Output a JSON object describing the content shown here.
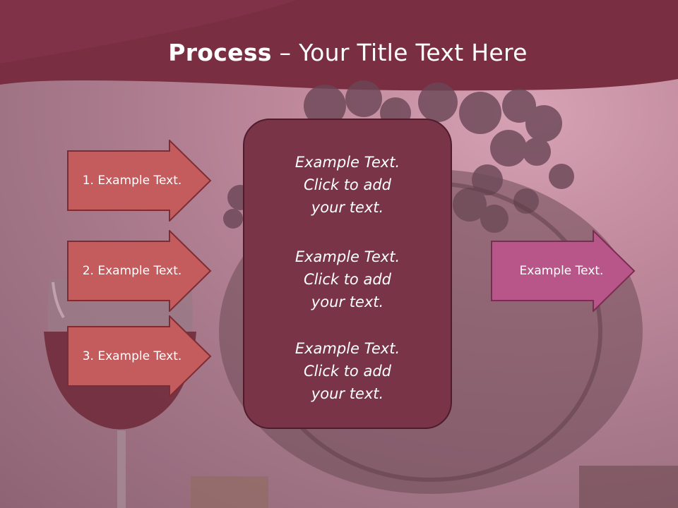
{
  "title": {
    "bold": "Process",
    "rest": " – Your Title Text Here"
  },
  "left_arrows": [
    {
      "label": "1. Example Text."
    },
    {
      "label": "2. Example Text."
    },
    {
      "label": "3. Example Text."
    }
  ],
  "center_box": {
    "blocks": [
      {
        "lines": [
          "Example Text.",
          "Click  to add",
          "your text."
        ]
      },
      {
        "lines": [
          "Example Text.",
          "Click  to add",
          "your text."
        ]
      },
      {
        "lines": [
          "Example Text.",
          "Click  to add",
          "your text."
        ]
      }
    ]
  },
  "right_arrow": {
    "label": "Example Text."
  },
  "colors": {
    "header": "#7a2e42",
    "left_arrow_fill": "#c45c5e",
    "left_arrow_border": "#7e2c34",
    "center_fill": "#7a3448",
    "right_arrow_fill": "#b8568a",
    "right_arrow_border": "#7a2c52"
  }
}
